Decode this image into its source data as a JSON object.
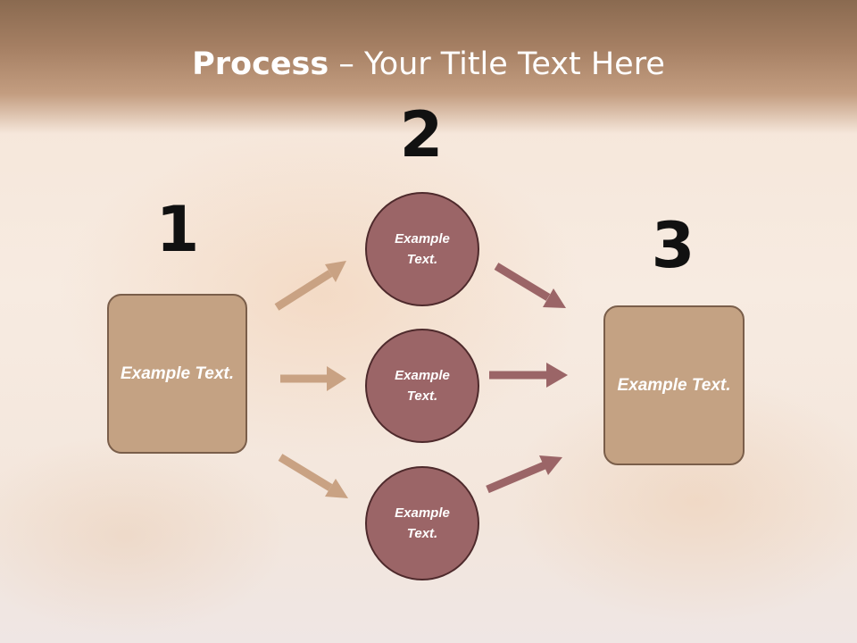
{
  "title": {
    "bold": "Process",
    "rest": " – Your Title Text Here"
  },
  "steps": {
    "one": "1",
    "two": "2",
    "three": "3"
  },
  "nodes": {
    "left_box": "Example Text.",
    "circle_top": "Example Text.",
    "circle_middle": "Example Text.",
    "circle_bottom": "Example Text.",
    "right_box": "Example Text."
  },
  "colors": {
    "box_fill": "#c4a283",
    "circle_fill": "#9b6567",
    "arrow_left": "#c9a283",
    "arrow_right": "#9b6567"
  }
}
